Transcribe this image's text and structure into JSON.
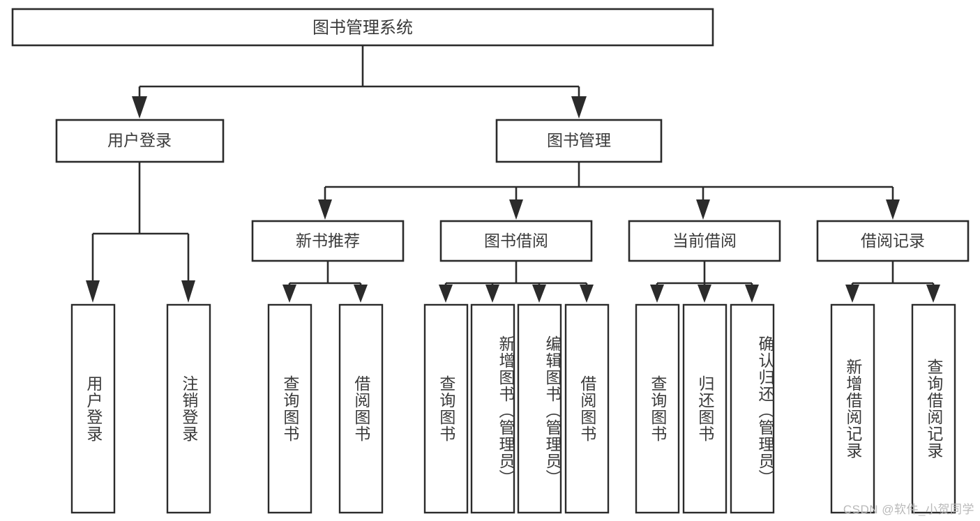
{
  "diagram": {
    "type": "hierarchy-tree",
    "title": "图书管理系统",
    "orientation": "top-down",
    "levels": 4,
    "colors": {
      "box_fill": "#ffffff",
      "box_stroke": "#2b2b2b",
      "text": "#3a3a3a",
      "connector": "#2b2b2b",
      "watermark": "#b9b9b9",
      "background": "#ffffff"
    },
    "root": {
      "label": "图书管理系统"
    },
    "level2": [
      {
        "id": "user-login",
        "label": "用户登录"
      },
      {
        "id": "book-management",
        "label": "图书管理"
      }
    ],
    "level3": [
      {
        "id": "new-book-recommend",
        "label": "新书推荐",
        "parent": "book-management"
      },
      {
        "id": "book-borrow",
        "label": "图书借阅",
        "parent": "book-management"
      },
      {
        "id": "current-borrow",
        "label": "当前借阅",
        "parent": "book-management"
      },
      {
        "id": "borrow-record",
        "label": "借阅记录",
        "parent": "book-management"
      }
    ],
    "leaves": {
      "user_login": [
        {
          "id": "leaf-user-login",
          "label": "用户登录"
        },
        {
          "id": "leaf-logout-login",
          "label": "注销登录"
        }
      ],
      "new_book_recommend": [
        {
          "id": "leaf-query-book-1",
          "label": "查询图书"
        },
        {
          "id": "leaf-borrow-book-1",
          "label": "借阅图书"
        }
      ],
      "book_borrow": [
        {
          "id": "leaf-query-book-2",
          "label": "查询图书"
        },
        {
          "id": "leaf-add-book",
          "label": "新增图书（管理员）"
        },
        {
          "id": "leaf-edit-book",
          "label": "编辑图书（管理员）"
        },
        {
          "id": "leaf-borrow-book-2",
          "label": "借阅图书"
        }
      ],
      "current_borrow": [
        {
          "id": "leaf-query-book-3",
          "label": "查询图书"
        },
        {
          "id": "leaf-return-book",
          "label": "归还图书"
        },
        {
          "id": "leaf-confirm-return",
          "label": "确认归还（管理员）"
        }
      ],
      "borrow_record": [
        {
          "id": "leaf-add-record",
          "label": "新增借阅记录"
        },
        {
          "id": "leaf-query-record",
          "label": "查询借阅记录"
        }
      ]
    }
  },
  "watermark": {
    "text": "CSDN @软件_小贺同学"
  }
}
